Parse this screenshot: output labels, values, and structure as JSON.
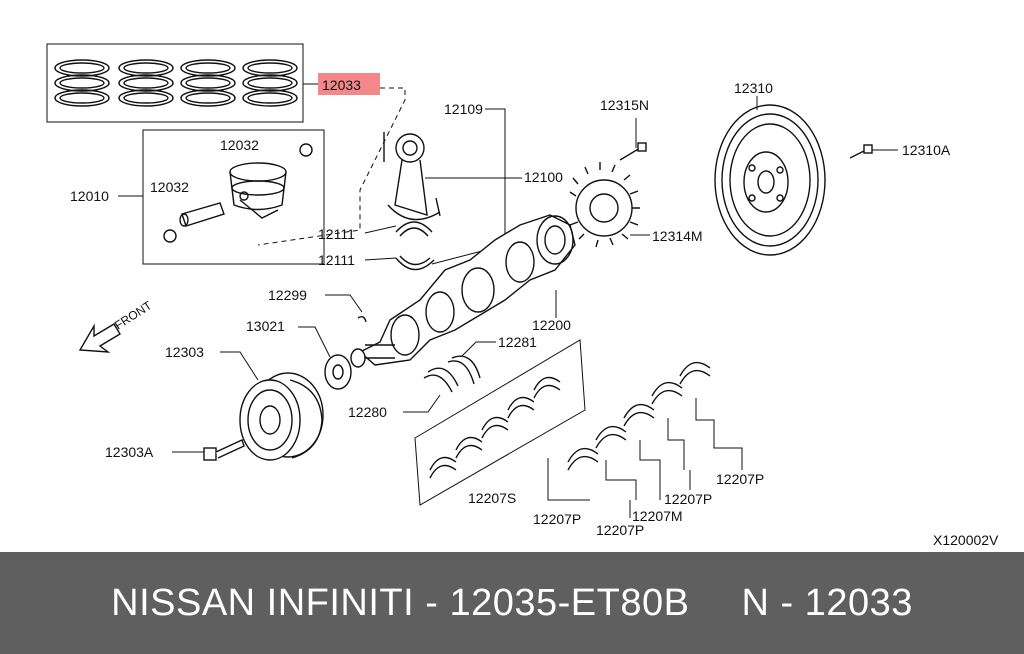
{
  "diagram": {
    "code": "X120002V",
    "labels": {
      "p12033": "12033",
      "p12109": "12109",
      "p12315N": "12315N",
      "p12310": "12310",
      "p12310A": "12310A",
      "p12032a": "12032",
      "p12032b": "12032",
      "p12010": "12010",
      "p12100": "12100",
      "p12314M": "12314M",
      "p12111a": "12111",
      "p12111b": "12111",
      "p12299": "12299",
      "p12200": "12200",
      "p13021": "13021",
      "p12303": "12303",
      "p12281": "12281",
      "p12280": "12280",
      "p12303A": "12303A",
      "p12207S": "12207S",
      "p12207Pa": "12207P",
      "p12207Pb": "12207P",
      "p12207Pc": "12207P",
      "p12207Pd": "12207P",
      "p12207M": "12207M",
      "front": "FRONT"
    },
    "highlight_color": "#f4878a"
  },
  "footer": {
    "left": "NISSAN INFINITI - 12035-ET80B",
    "right": "N - 12033"
  }
}
